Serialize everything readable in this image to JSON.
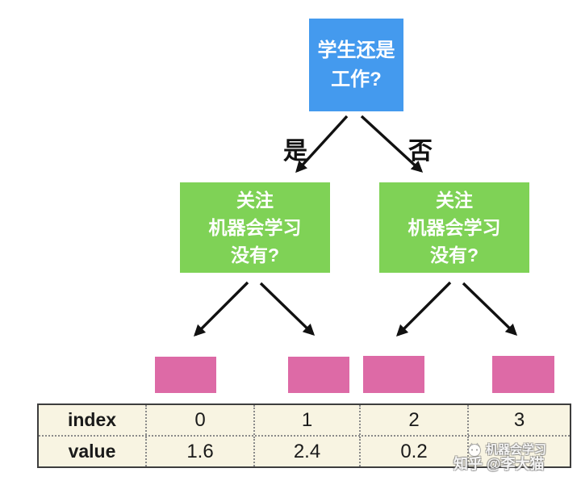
{
  "tree": {
    "root_label": "学生还是\n工作?",
    "edge_yes": "是",
    "edge_no": "否",
    "left_label": "关注\n机器会学习\n没有?",
    "right_label": "关注\n机器会学习\n没有?",
    "leaf_count": 4
  },
  "table": {
    "row_headers": [
      "index",
      "value"
    ],
    "index_row": [
      "0",
      "1",
      "2",
      "3"
    ],
    "value_row": [
      "1.6",
      "2.4",
      "0.2",
      ""
    ]
  },
  "watermark": {
    "brand": "机器会学习",
    "credit": "知乎 @李大猫",
    "icon": "cat-logo"
  },
  "colors": {
    "root_fill": "#449AEE",
    "internal_fill": "#7FD256",
    "leaf_fill": "#DD6AA6",
    "table_bg": "#F8F4E2",
    "table_border": "#3d3d3d",
    "arrow": "#111111",
    "node_text": "#ffffff"
  }
}
